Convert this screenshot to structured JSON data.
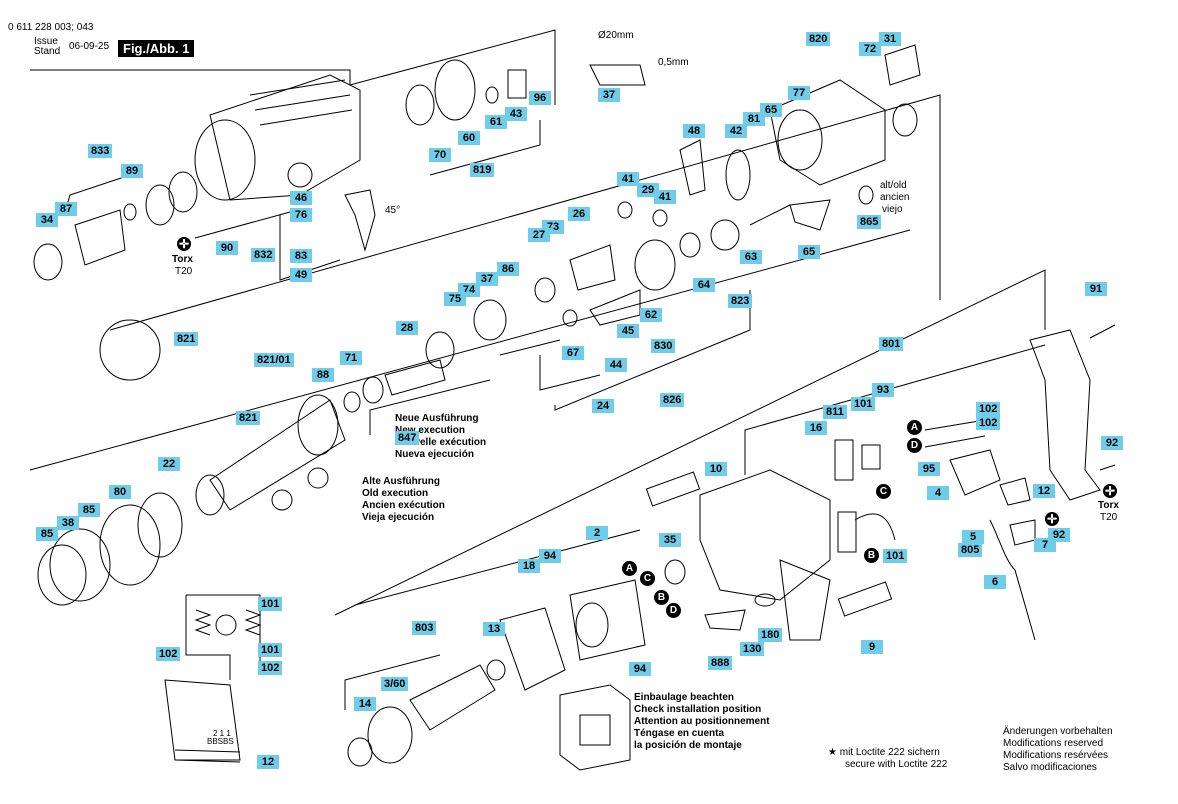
{
  "header": {
    "part_number": "0 611 228 003; 043",
    "issue_label": "Issue",
    "stand_label": "Stand",
    "date": "06-09-25",
    "figure": "Fig./Abb. 1"
  },
  "dimension": {
    "diameter": "Ø20mm",
    "offset": "0,5mm"
  },
  "notes": {
    "new_execution": [
      "Neue Ausführung",
      "New execution",
      "Nouvelle exécution",
      "Nueva ejecución"
    ],
    "old_execution": [
      "Alte Ausführung",
      "Old execution",
      "Ancien exécution",
      "Vieja ejecución"
    ],
    "installation": [
      "Einbaulage beachten",
      "Check installation position",
      "Attention au positionnement",
      "Téngase en cuenta",
      "la posición de montaje"
    ],
    "loctite": [
      "★ mit Loctite 222 sichern",
      "secure with Loctite 222"
    ],
    "modifications": [
      "Änderungen vorbehalten",
      "Modifications reserved",
      "Modifications resérvées",
      "Salvo modificaciones"
    ],
    "alt_old": [
      "alt/old",
      "ancien",
      "viejo"
    ],
    "angle": "45°",
    "torx_left": [
      "Torx",
      "T20"
    ],
    "torx_right": [
      "Torx",
      "T20"
    ],
    "switch_code": [
      "2 1 1",
      "BBSBS"
    ]
  },
  "markers": {
    "A": "A",
    "B": "B",
    "C": "C",
    "D": "D"
  },
  "parts": {
    "p833": "833",
    "p34": "34",
    "p87": "87",
    "p89": "89",
    "p90": "90",
    "p46": "46",
    "p76": "76",
    "p832": "832",
    "p83": "83",
    "p49": "49",
    "p70": "70",
    "p60": "60",
    "p61": "61",
    "p43": "43",
    "p96": "96",
    "p819": "819",
    "p37a": "37",
    "p48": "48",
    "p42": "42",
    "p81": "81",
    "p65a": "65",
    "p77": "77",
    "p820": "820",
    "p72": "72",
    "p31": "31",
    "p41a": "41",
    "p29": "29",
    "p41b": "41",
    "p26": "26",
    "p73": "73",
    "p27": "27",
    "p64": "64",
    "p63": "63",
    "p65b": "65",
    "p865": "865",
    "p821a": "821",
    "p86": "86",
    "p37b": "37",
    "p74": "74",
    "p75": "75",
    "p28": "28",
    "p62": "62",
    "p45": "45",
    "p830": "830",
    "p823": "823",
    "p82101": "821/01",
    "p71": "71",
    "p88": "88",
    "p67": "67",
    "p44": "44",
    "p821b": "821",
    "p847": "847",
    "p826": "826",
    "p24": "24",
    "p801": "801",
    "p91": "91",
    "p22": "22",
    "p93": "93",
    "p811": "811",
    "p101a": "101",
    "p16": "16",
    "p102a": "102",
    "p102b": "102",
    "p95": "95",
    "p4": "4",
    "p92a": "92",
    "p80": "80",
    "p85a": "85",
    "p85b": "85",
    "p38": "38",
    "p10": "10",
    "p12a": "12",
    "p5": "5",
    "p805": "805",
    "p7": "7",
    "p92b": "92",
    "p101b": "101",
    "p6": "6",
    "p2": "2",
    "p35": "35",
    "p94a": "94",
    "p18": "18",
    "p101c": "101",
    "p102c": "102",
    "p101d": "101",
    "p102d": "102",
    "p803": "803",
    "p13": "13",
    "p180": "180",
    "p130": "130",
    "p888": "888",
    "p9": "9",
    "p94b": "94",
    "p360": "3/60",
    "p14": "14",
    "p12b": "12"
  }
}
